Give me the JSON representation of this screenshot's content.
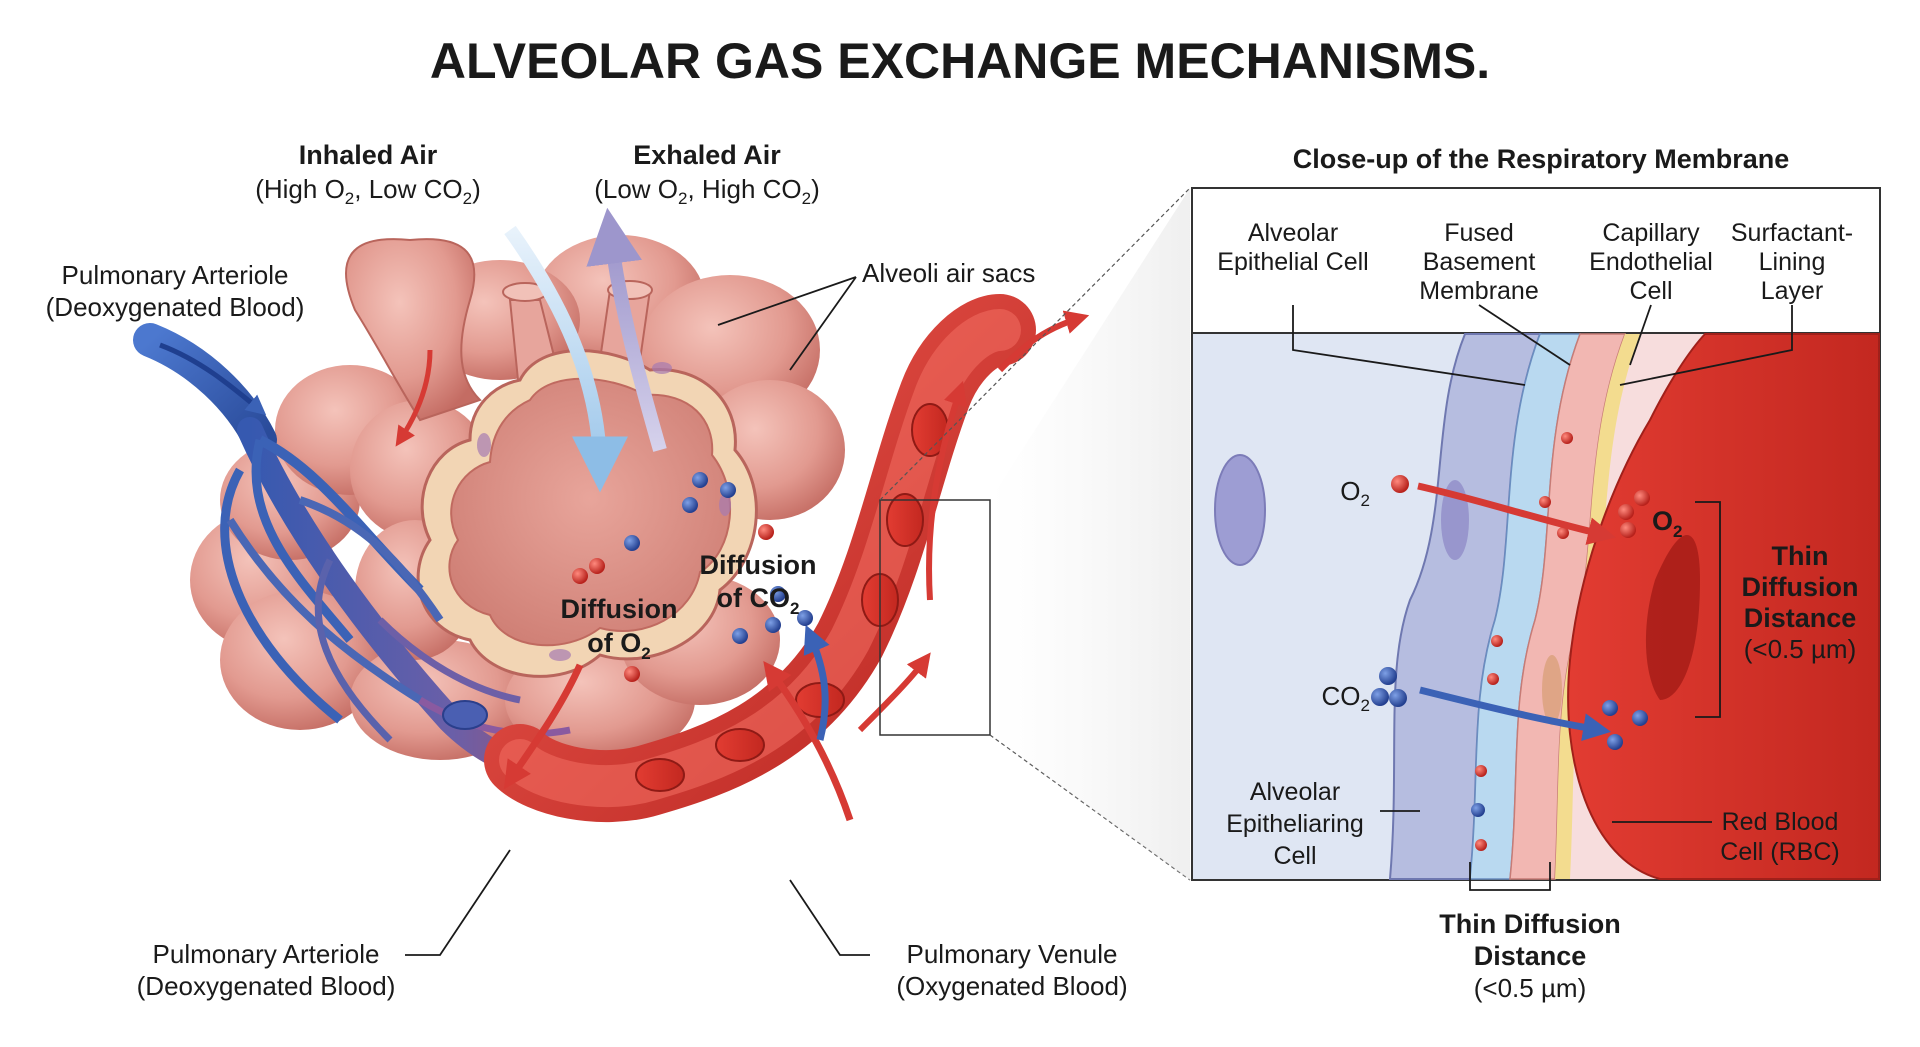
{
  "title": "ALVEOLAR GAS EXCHANGE MECHANISMS.",
  "colors": {
    "deoxygenated": "#3b62b6",
    "oxygenated": "#d63a34",
    "alveolar_tissue": "#e0928a",
    "o2_particle": "#d8312c",
    "co2_particle": "#3557a8",
    "membrane_blue": "#b9d9f0",
    "surfactant_yellow": "#f3dc8f"
  },
  "left_diagram": {
    "inhaled": {
      "title": "Inhaled Air",
      "detail_pre": "(High O",
      "detail_sub1": "2",
      "detail_mid": ", Low CO",
      "detail_sub2": "2",
      "detail_post": ")"
    },
    "exhaled": {
      "title": "Exhaled Air",
      "detail_pre": "(Low O",
      "detail_sub1": "2",
      "detail_mid": ", High CO",
      "detail_sub2": "2",
      "detail_post": ")"
    },
    "arteriole_top": {
      "line1": "Pulmonary Arteriole",
      "line2": "(Deoxygenated Blood)"
    },
    "alveoli_sacs": "Alveoli air sacs",
    "diffusion_o2": {
      "line1": "Diffusion",
      "line2_pre": "of O",
      "line2_sub": "2"
    },
    "diffusion_co2": {
      "line1": "Diffusion",
      "line2_pre": "of CO",
      "line2_sub": "2"
    },
    "arteriole_bottom": {
      "line1": "Pulmonary Arteriole",
      "line2": "(Deoxygenated Blood)"
    },
    "venule_bottom": {
      "line1": "Pulmonary Venule",
      "line2": "(Oxygenated Blood)"
    }
  },
  "closeup": {
    "title": "Close-up of the Respiratory Membrane",
    "headers": [
      {
        "line1": "Alveolar",
        "line2": "Epithelial Cell",
        "line3": ""
      },
      {
        "line1": "Fused",
        "line2": "Basement",
        "line3": "Membrane"
      },
      {
        "line1": "Capillary",
        "line2": "Endothelial",
        "line3": "Cell"
      },
      {
        "line1": "Surfactant-",
        "line2": "Lining",
        "line3": "Layer"
      }
    ],
    "o2_left": {
      "pre": "O",
      "sub": "2"
    },
    "o2_right": {
      "pre": "O",
      "sub": "2"
    },
    "co2_left": {
      "pre": "CO",
      "sub": "2"
    },
    "thin_right": {
      "line1": "Thin",
      "line2": "Diffusion",
      "line3": "Distance",
      "line4": "(<0.5 µm)"
    },
    "epithelial_bottom": {
      "line1": "Alveolar",
      "line2": "Epitheliaring",
      "line3": "Cell"
    },
    "rbc": {
      "line1": "Red Blood",
      "line2": "Cell (RBC)"
    },
    "thin_bottom": {
      "line1": "Thin Diffusion",
      "line2": "Distance",
      "line3": "(<0.5 µm)"
    }
  }
}
